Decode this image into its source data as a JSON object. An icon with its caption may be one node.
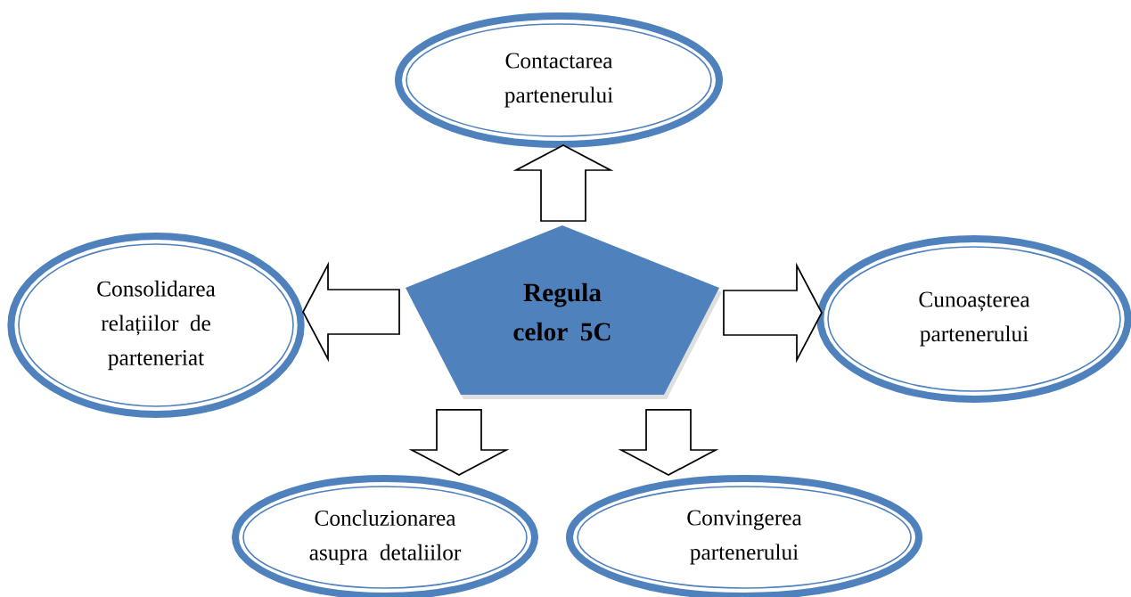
{
  "diagram": {
    "nodes": [
      {
        "text": [
          "Contactarea partenerului"
        ]
      },
      {
        "text": [
          "Consolidarea relațiilor de parteneriat"
        ]
      },
      {
        "text": [
          "Regula celor 5C"
        ]
      },
      {
        "text": [
          "Cunoașterea partenerului"
        ]
      },
      {
        "text": [
          "Concluzionarea asupra detaliilor"
        ]
      },
      {
        "text": [
          "Convingerea partenerului"
        ]
      }
    ],
    "edges": [
      {
        "from": 2,
        "to": 0,
        "arrow": "to"
      },
      {
        "from": 2,
        "to": 1,
        "arrow": "to"
      },
      {
        "from": 2,
        "to": 3,
        "arrow": "to"
      },
      {
        "from": 2,
        "to": 4,
        "arrow": "to"
      },
      {
        "from": 2,
        "to": 5,
        "arrow": "to"
      }
    ]
  }
}
